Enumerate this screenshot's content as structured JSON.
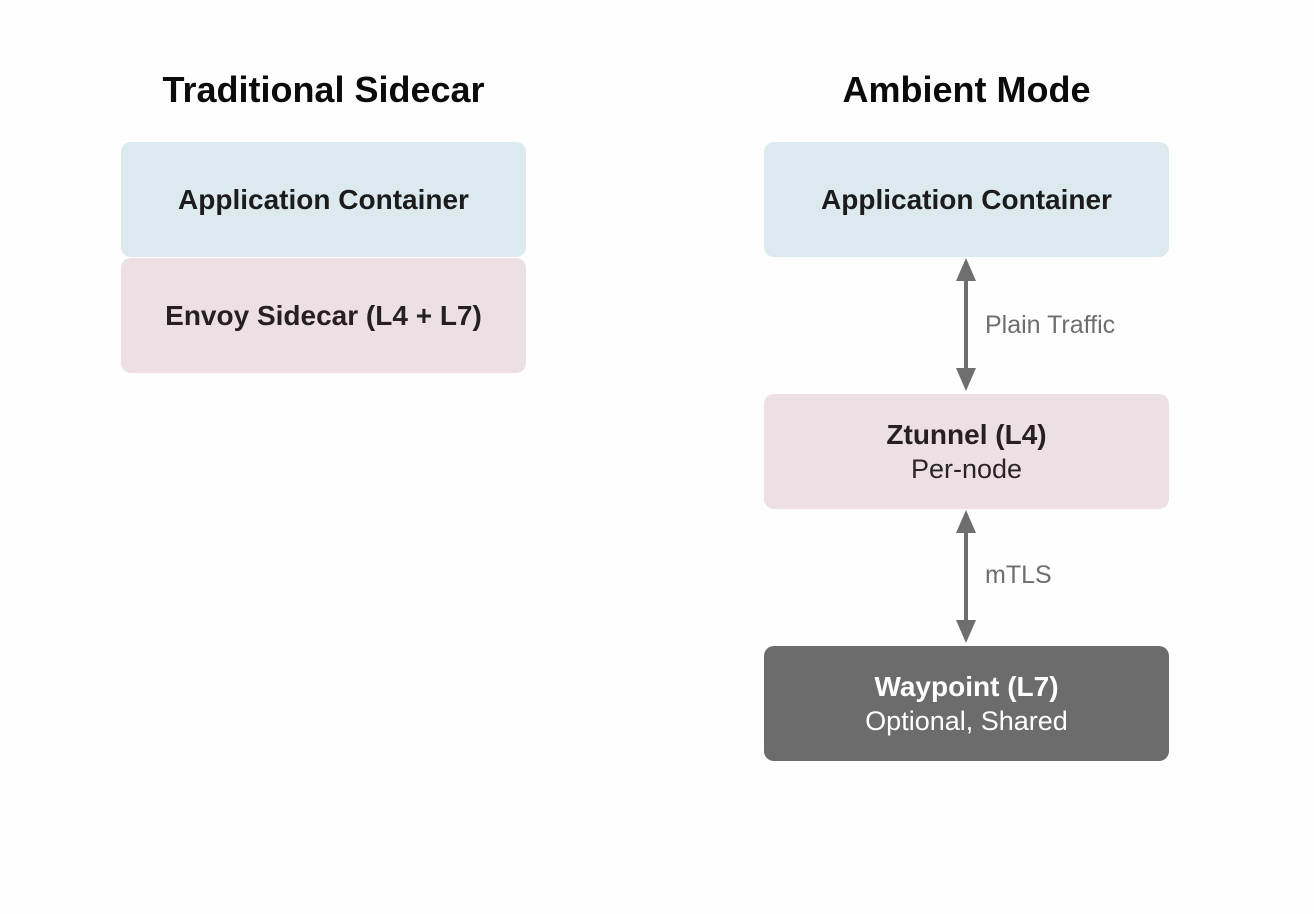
{
  "left": {
    "title": "Traditional Sidecar",
    "app_box": "Application Container",
    "sidecar_box": "Envoy Sidecar (L4 + L7)"
  },
  "right": {
    "title": "Ambient Mode",
    "app_box": "Application Container",
    "ztunnel": {
      "title": "Ztunnel (L4)",
      "subtitle": "Per-node"
    },
    "waypoint": {
      "title": "Waypoint (L7)",
      "subtitle": "Optional, Shared"
    },
    "edges": {
      "app_to_ztunnel": "Plain Traffic",
      "ztunnel_to_waypoint": "mTLS"
    }
  },
  "colors": {
    "app_box": "#dceaf0",
    "proxy_box": "#ede0e5",
    "waypoint_box": "#6c6c6c",
    "arrow": "#6e6e6e"
  }
}
